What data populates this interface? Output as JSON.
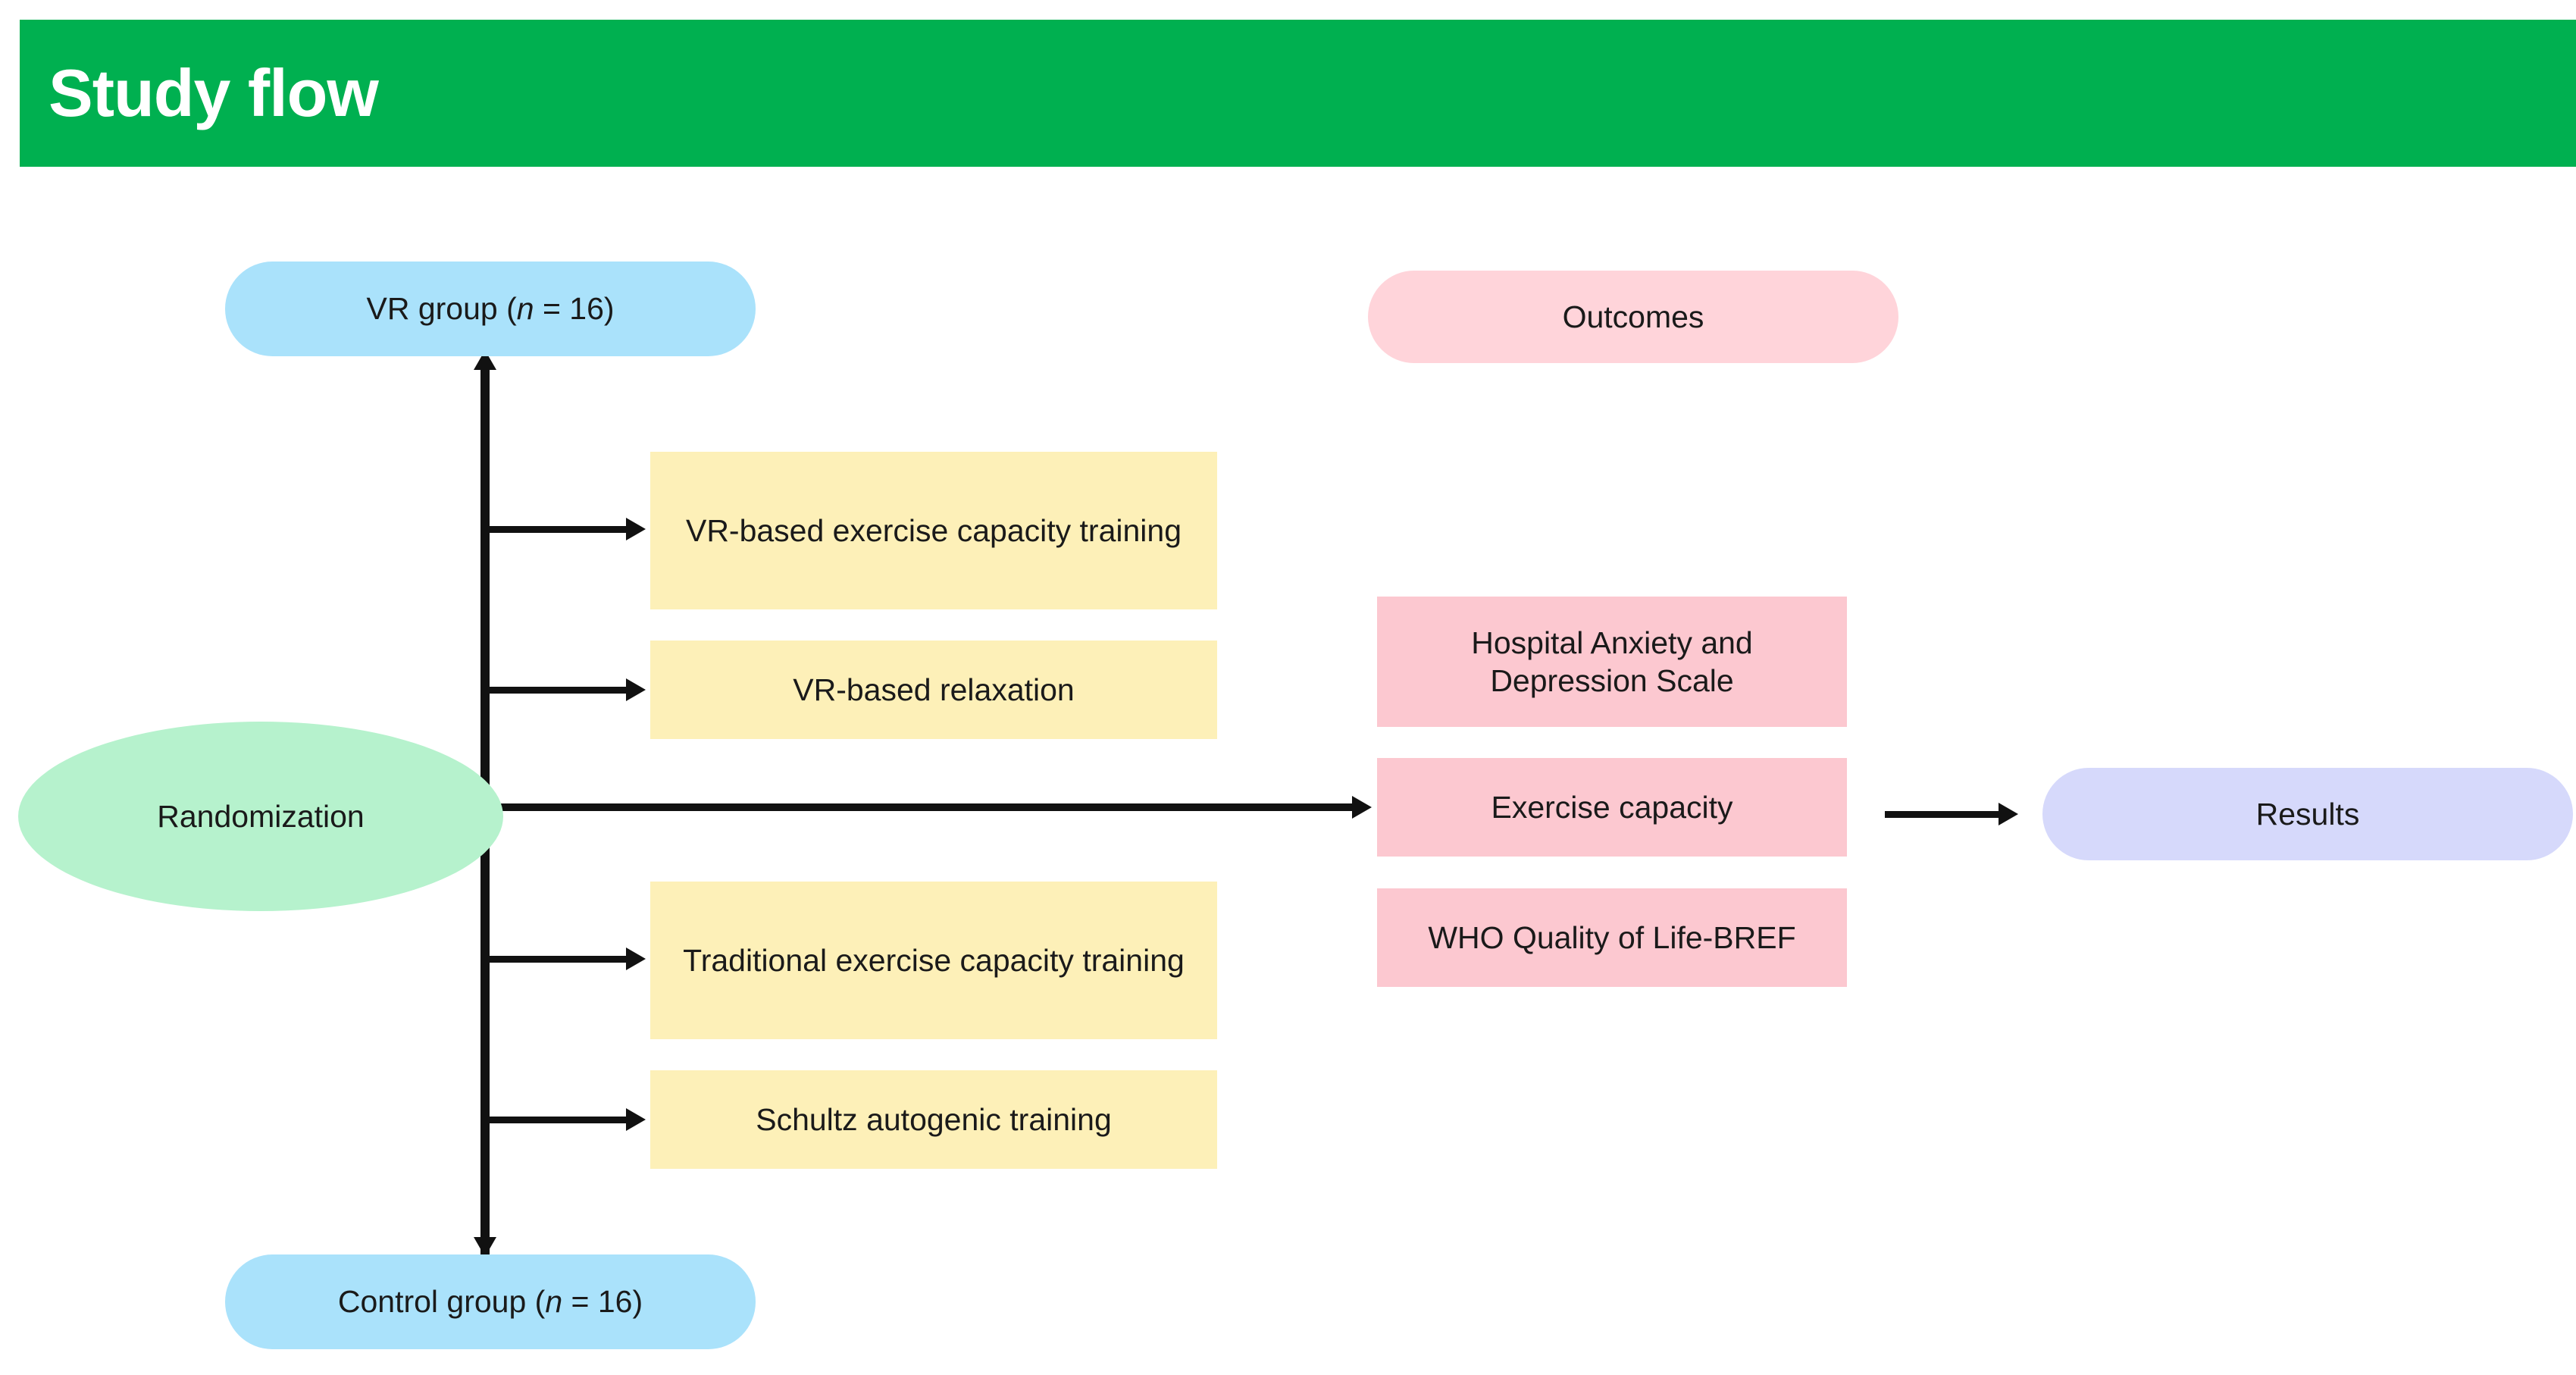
{
  "header": {
    "title": "Study flow",
    "background_color": "#00b050",
    "text_color": "#ffffff"
  },
  "colors": {
    "group_node": "#aae2fb",
    "randomization_node": "#b6f2cd",
    "outcomes_pill": "#ffd4da",
    "outcome_box": "#fcc8d0",
    "intervention_box": "#fdf0b8",
    "results_node": "#d6d9fb",
    "connector": "#111111",
    "page_background": "#ffffff"
  },
  "nodes": {
    "randomization": {
      "label": "Randomization",
      "shape": "ellipse"
    },
    "vr_group": {
      "label_prefix": "VR group (",
      "label_italic": "n",
      "label_suffix": " = 16)",
      "shape": "pill"
    },
    "control_group": {
      "label_prefix": "Control group (",
      "label_italic": "n",
      "label_suffix": " = 16)",
      "shape": "pill"
    },
    "outcomes": {
      "label": "Outcomes",
      "shape": "pill"
    },
    "results": {
      "label": "Results",
      "shape": "pill"
    }
  },
  "interventions": [
    {
      "label": "VR-based exercise capacity training",
      "arm": "vr_group"
    },
    {
      "label": "VR-based relaxation",
      "arm": "vr_group"
    },
    {
      "label": "Traditional exercise capacity training",
      "arm": "control_group"
    },
    {
      "label": "Schultz autogenic training",
      "arm": "control_group"
    }
  ],
  "outcomes": [
    {
      "label": "Hospital Anxiety and Depression Scale"
    },
    {
      "label": "Exercise capacity"
    },
    {
      "label": "WHO Quality of Life-BREF"
    }
  ],
  "flow_edges": [
    {
      "from": "randomization",
      "to": "vr_group",
      "type": "arrow-up"
    },
    {
      "from": "randomization",
      "to": "control_group",
      "type": "arrow-down"
    },
    {
      "from": "allocation-spine",
      "to": "VR-based exercise capacity training",
      "type": "arrow-right"
    },
    {
      "from": "allocation-spine",
      "to": "VR-based relaxation",
      "type": "arrow-right"
    },
    {
      "from": "allocation-spine",
      "to": "Traditional exercise capacity training",
      "type": "arrow-right"
    },
    {
      "from": "allocation-spine",
      "to": "Schultz autogenic training",
      "type": "arrow-right"
    },
    {
      "from": "randomization",
      "to": "Exercise capacity",
      "type": "arrow-right"
    },
    {
      "from": "outcomes",
      "to": "results",
      "type": "arrow-right"
    }
  ]
}
